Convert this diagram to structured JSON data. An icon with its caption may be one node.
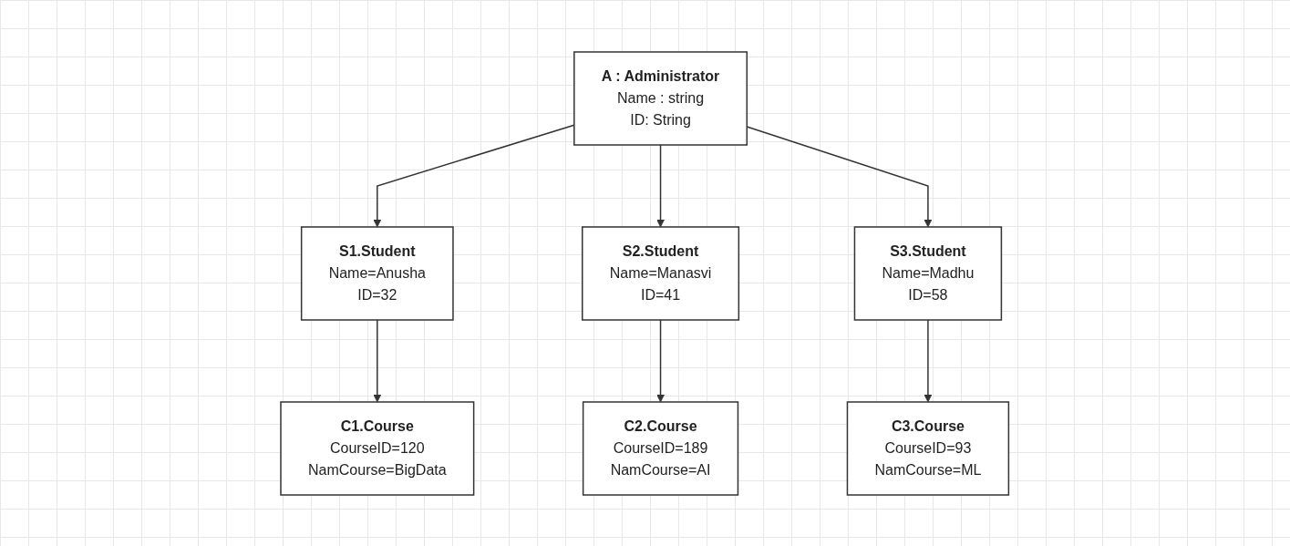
{
  "diagram": {
    "nodes": [
      {
        "text": [
          "A : Administrator",
          "Name : string",
          "ID: String"
        ]
      },
      {
        "text": [
          "S1.Student",
          "Name=Anusha",
          "ID=32"
        ]
      },
      {
        "text": [
          "S2.Student",
          "Name=Manasvi",
          "ID=41"
        ]
      },
      {
        "text": [
          "S3.Student",
          "Name=Madhu",
          "ID=58"
        ]
      },
      {
        "text": [
          "C1.Course",
          "CourseID=120",
          "NamCourse=BigData"
        ]
      },
      {
        "text": [
          "C2.Course",
          "CourseID=189",
          "NamCourse=AI"
        ]
      },
      {
        "text": [
          "C3.Course",
          "CourseID=93",
          "NamCourse=ML"
        ]
      }
    ],
    "edges": [
      {
        "from": 0,
        "to": 1,
        "arrow": "to"
      },
      {
        "from": 0,
        "to": 2,
        "arrow": "to"
      },
      {
        "from": 0,
        "to": 3,
        "arrow": "to"
      },
      {
        "from": 1,
        "to": 4,
        "arrow": "to"
      },
      {
        "from": 2,
        "to": 5,
        "arrow": "to"
      },
      {
        "from": 3,
        "to": 6,
        "arrow": "to"
      }
    ]
  }
}
